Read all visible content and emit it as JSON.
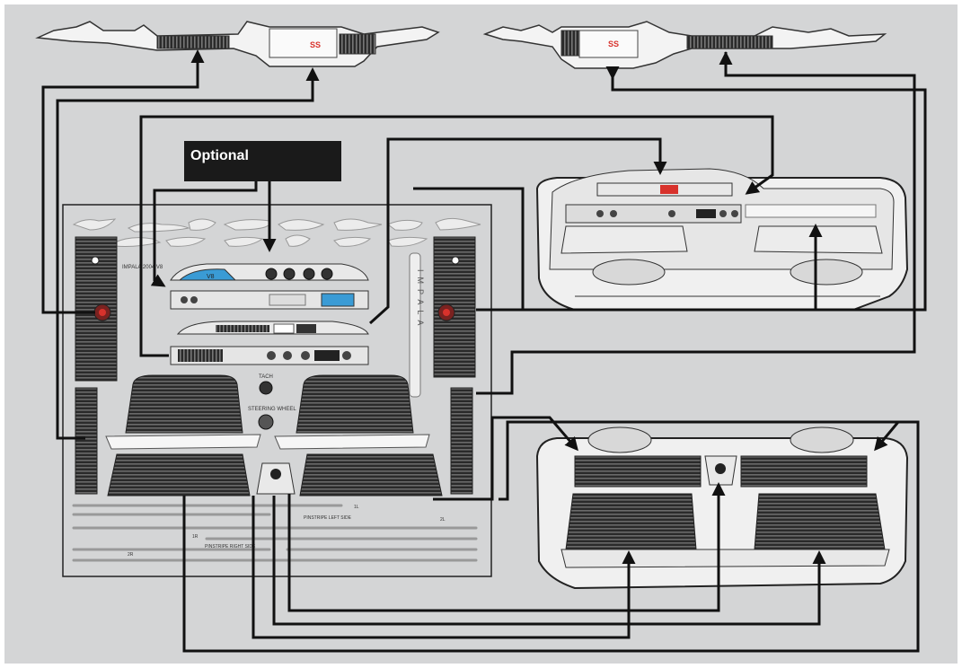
{
  "callout": {
    "label": "Optional"
  },
  "sheet": {
    "impala_vertical": "IMPALA",
    "tach_label": "TACH",
    "steering_label": "STEERING WHEEL",
    "dash_model_text": "IMPALA 2004 V8",
    "gauge_text": "V8",
    "pinstripe_left_label": "PINSTRIPE LEFT SIDE",
    "pinstripe_right_label": "PINSTRIPE RIGHT SIDE",
    "tag_1l": "1L",
    "tag_2l": "2L",
    "tag_1r": "1R",
    "tag_2r": "2R"
  },
  "badges": {
    "left_panel": "SS",
    "right_panel": "SS"
  },
  "colors": {
    "background": "#d4d5d6",
    "line": "#111111",
    "accent": "#d8322c",
    "callout_bg": "#1a1a1a",
    "screen": "#3a9bd5"
  }
}
